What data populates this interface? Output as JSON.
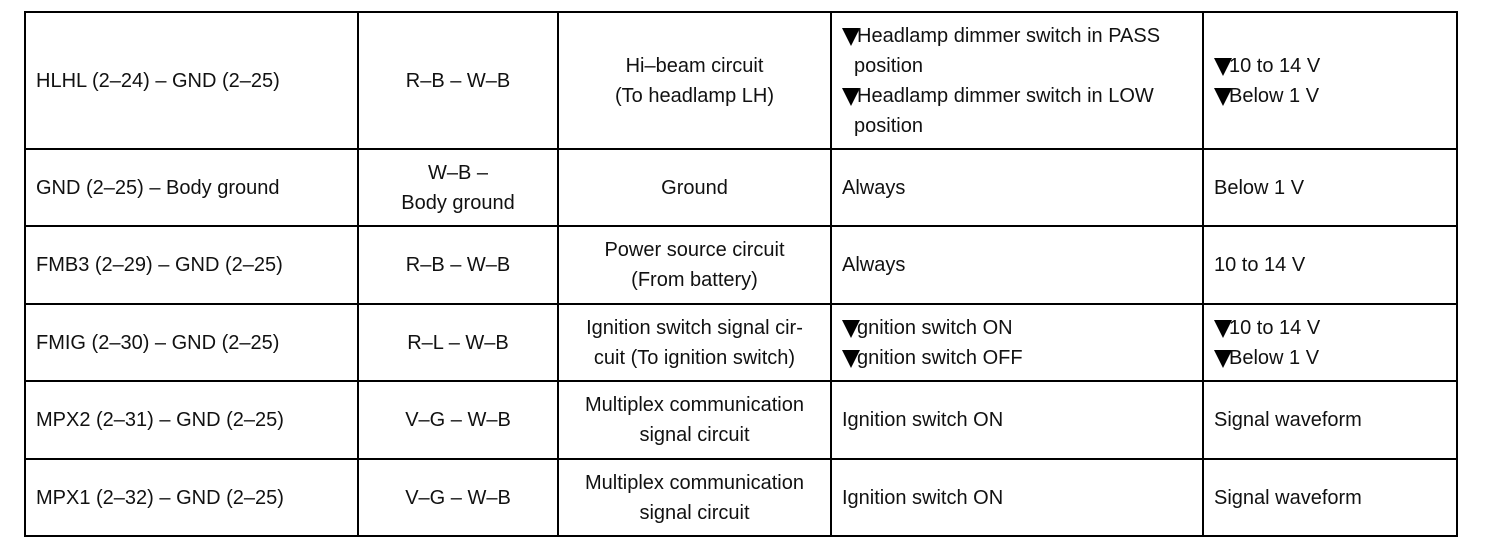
{
  "rows": [
    {
      "terminal": "HLHL (2–24) – GND (2–25)",
      "wire_color": [
        "R–B – W–B"
      ],
      "description": [
        "Hi–beam circuit",
        "(To headlamp LH)"
      ],
      "conditions": [
        {
          "marker": "black-triangle-icon",
          "lines": [
            "Headlamp dimmer switch in PASS",
            "position"
          ]
        },
        {
          "marker": "black-triangle-icon",
          "lines": [
            "Headlamp dimmer switch in LOW",
            "position"
          ]
        }
      ],
      "specs": [
        {
          "marker": "black-triangle-icon",
          "text": "10 to 14 V"
        },
        {
          "marker": "black-triangle-icon",
          "text": "Below 1 V"
        }
      ]
    },
    {
      "terminal": "GND (2–25) – Body ground",
      "wire_color": [
        "W–B –",
        "Body ground"
      ],
      "description": [
        "Ground"
      ],
      "conditions": [
        {
          "marker": "",
          "lines": [
            "Always"
          ]
        }
      ],
      "specs": [
        {
          "marker": "",
          "text": "Below 1 V"
        }
      ]
    },
    {
      "terminal": "FMB3 (2–29) – GND (2–25)",
      "wire_color": [
        "R–B – W–B"
      ],
      "description": [
        "Power source circuit",
        "(From battery)"
      ],
      "conditions": [
        {
          "marker": "",
          "lines": [
            "Always"
          ]
        }
      ],
      "specs": [
        {
          "marker": "",
          "text": "10 to 14 V"
        }
      ]
    },
    {
      "terminal": "FMIG (2–30) – GND (2–25)",
      "wire_color": [
        "R–L – W–B"
      ],
      "description": [
        "Ignition switch signal cir-",
        "cuit (To ignition switch)"
      ],
      "conditions": [
        {
          "marker": "black-triangle-icon",
          "lines": [
            "gnition switch ON"
          ]
        },
        {
          "marker": "black-triangle-icon",
          "lines": [
            "gnition switch OFF"
          ]
        }
      ],
      "specs": [
        {
          "marker": "black-triangle-icon",
          "text": "10 to 14 V"
        },
        {
          "marker": "black-triangle-icon",
          "text": "Below 1 V"
        }
      ]
    },
    {
      "terminal": "MPX2 (2–31) – GND (2–25)",
      "wire_color": [
        "V–G – W–B"
      ],
      "description": [
        "Multiplex communication",
        "signal circuit"
      ],
      "conditions": [
        {
          "marker": "",
          "lines": [
            "Ignition switch ON"
          ]
        }
      ],
      "specs": [
        {
          "marker": "",
          "text": "Signal waveform"
        }
      ]
    },
    {
      "terminal": "MPX1 (2–32) – GND (2–25)",
      "wire_color": [
        "V–G – W–B"
      ],
      "description": [
        "Multiplex communication",
        "signal circuit"
      ],
      "conditions": [
        {
          "marker": "",
          "lines": [
            "Ignition switch ON"
          ]
        }
      ],
      "specs": [
        {
          "marker": "",
          "text": "Signal waveform"
        }
      ]
    }
  ]
}
